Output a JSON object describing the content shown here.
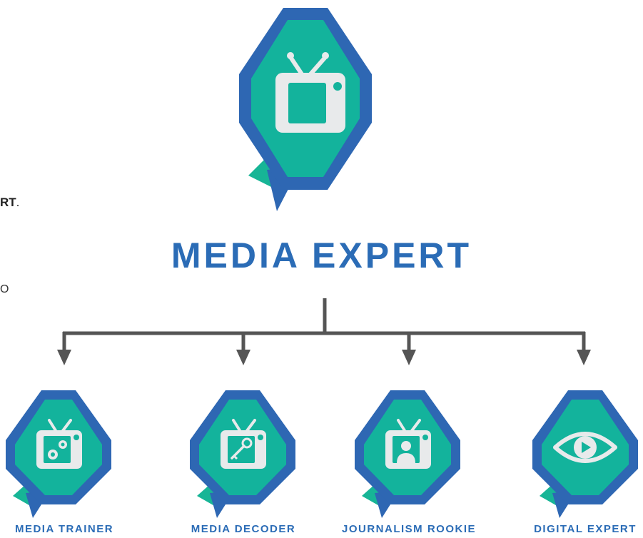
{
  "fragments": {
    "line1_bold": "RT",
    "line1_tail": ".",
    "line2": "O"
  },
  "main": {
    "title": "MEDIA EXPERT",
    "icon": "tv-icon"
  },
  "children": [
    {
      "label": "MEDIA TRAINER",
      "icon": "tv-gears-icon"
    },
    {
      "label": "MEDIA DECODER",
      "icon": "tv-key-icon"
    },
    {
      "label": "JOURNALISM ROOKIE",
      "icon": "tv-person-icon"
    },
    {
      "label": "DIGITAL EXPERT",
      "icon": "eye-play-icon"
    }
  ],
  "colors": {
    "badge_outer": "#2e67b3",
    "badge_inner": "#13b39c",
    "ribbon_teal": "#17b596",
    "icon_fill": "#e8eaeb",
    "connector": "#555555",
    "title": "#2b6cb6"
  }
}
